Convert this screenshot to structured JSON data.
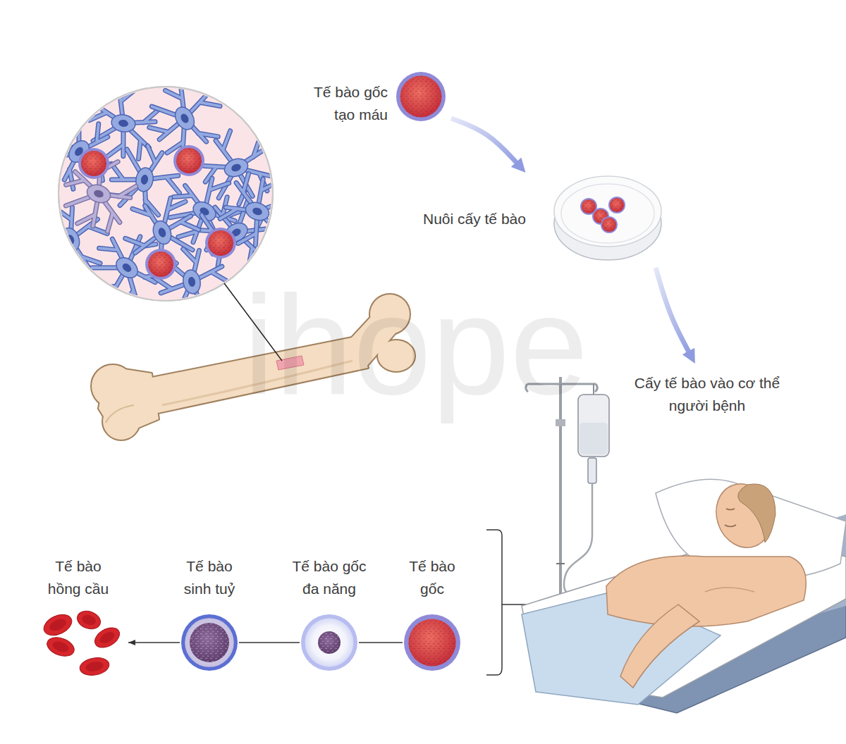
{
  "diagram": {
    "nodes": [
      {
        "text": [
          "Tế bào gốc tạo máu"
        ]
      },
      {
        "text": [
          "Nuôi cấy tế bào"
        ]
      },
      {
        "text": [
          "Cấy tế bào vào cơ thể người bệnh"
        ]
      },
      {
        "text": [
          "Tế bào hồng cầu"
        ]
      },
      {
        "text": [
          "Tế bào sinh tuỷ"
        ]
      },
      {
        "text": [
          "Tế bào gốc đa năng"
        ]
      },
      {
        "text": [
          "Tế bào gốc"
        ]
      }
    ],
    "edges": [
      {
        "from": 0,
        "to": 1,
        "arrow": "to"
      },
      {
        "from": 1,
        "to": 2,
        "arrow": "to"
      },
      {
        "from": 6,
        "to": 5,
        "arrow": "none"
      },
      {
        "from": 5,
        "to": 4,
        "arrow": "none"
      },
      {
        "from": 4,
        "to": 3,
        "arrow": "to"
      }
    ],
    "labels": [
      "ihope"
    ]
  }
}
